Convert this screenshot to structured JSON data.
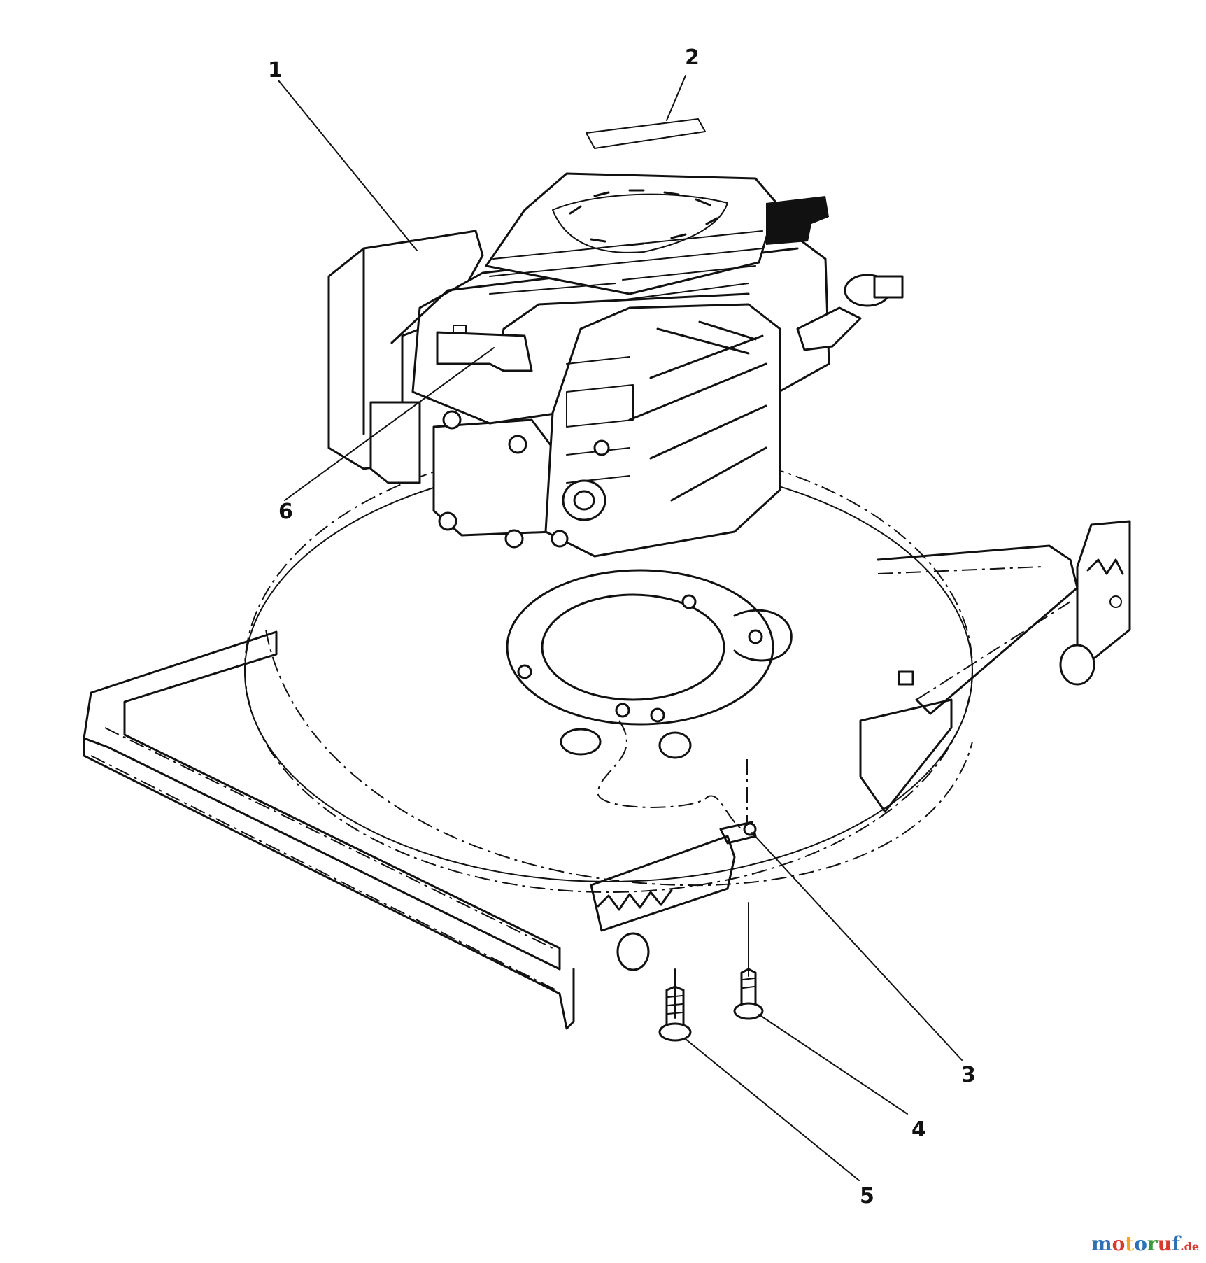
{
  "callouts": {
    "c1": "1",
    "c2": "2",
    "c3": "3",
    "c4": "4",
    "c5": "5",
    "c6": "6"
  },
  "watermark": {
    "text": "motoruf",
    "suffix": ".de",
    "letter_colors": [
      "#2f6fb5",
      "#d9382c",
      "#f2a81d",
      "#2f6fb5",
      "#3a9c3c",
      "#d9382c",
      "#2f6fb5"
    ]
  }
}
